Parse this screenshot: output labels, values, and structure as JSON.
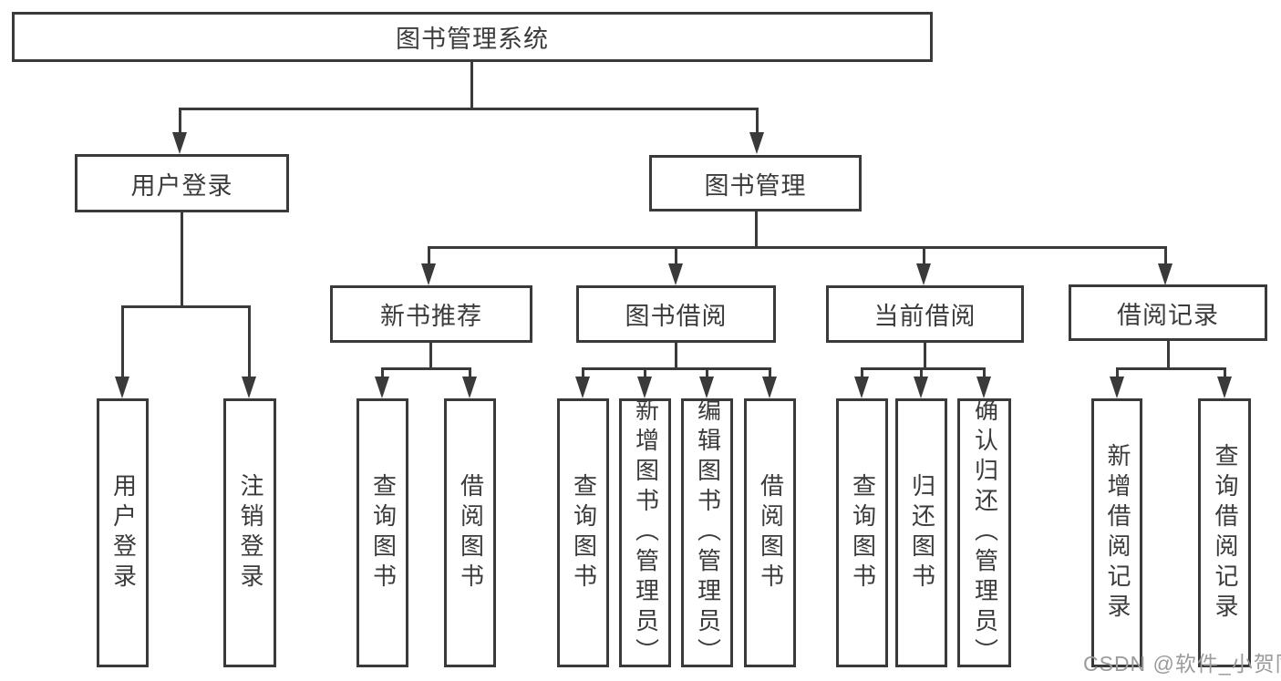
{
  "diagram": {
    "root": {
      "label": "图书管理系统"
    },
    "branches": [
      {
        "label": "用户登录",
        "children": [
          "用户登录",
          "注销登录"
        ]
      },
      {
        "label": "图书管理",
        "groups": [
          {
            "label": "新书推荐",
            "children": [
              "查询图书",
              "借阅图书"
            ]
          },
          {
            "label": "图书借阅",
            "children": [
              "查询图书",
              "新增图书（管理员）",
              "编辑图书（管理员）",
              "借阅图书"
            ]
          },
          {
            "label": "当前借阅",
            "children": [
              "查询图书",
              "归还图书",
              "确认归还（管理员）"
            ]
          },
          {
            "label": "借阅记录",
            "children": [
              "新增借阅记录",
              "查询借阅记录"
            ]
          }
        ]
      }
    ]
  },
  "watermark": {
    "text": "CSDN @软件_小贺同学",
    "color": "#9b9b9b"
  },
  "colors": {
    "line": "#3a3a3a",
    "text": "#3b3b3b",
    "background": "#ffffff"
  }
}
